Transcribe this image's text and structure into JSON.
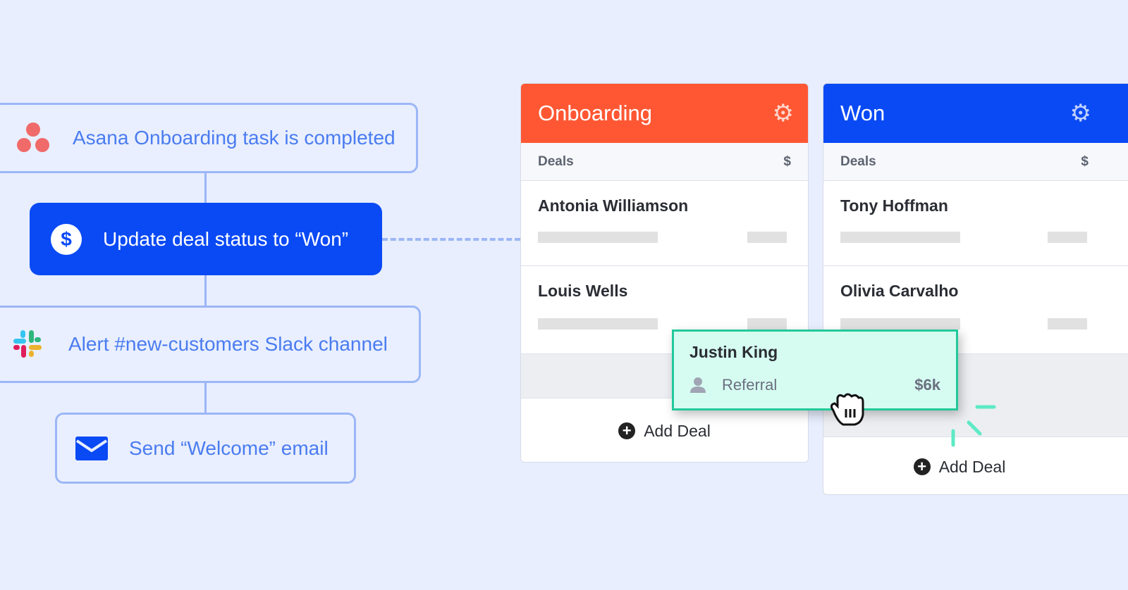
{
  "workflow": {
    "trigger": {
      "label": "Asana Onboarding task is completed",
      "icon": "asana-icon"
    },
    "action": {
      "label": "Update deal status to “Won”",
      "icon": "dollar-icon"
    },
    "slack": {
      "label": "Alert #new-customers Slack channel",
      "icon": "slack-icon"
    },
    "email": {
      "label": "Send “Welcome” email",
      "icon": "mail-icon"
    }
  },
  "board": {
    "columns": [
      {
        "title": "Onboarding",
        "color": "#ff5733",
        "deals_label": "Deals",
        "amount_label": "$",
        "cards": [
          "Antonia Williamson",
          "Louis Wells"
        ],
        "add_label": "Add Deal"
      },
      {
        "title": "Won",
        "color": "#0a4af5",
        "deals_label": "Deals",
        "amount_label": "$",
        "cards": [
          "Tony Hoffman",
          "Olivia Carvalho"
        ],
        "add_label": "Add Deal"
      }
    ],
    "dragged": {
      "name": "Justin King",
      "source": "Referral",
      "amount": "$6k"
    }
  },
  "colors": {
    "accent": "#0a4af5",
    "drag_bg": "#d6fcf1",
    "drag_border": "#22c99a"
  }
}
